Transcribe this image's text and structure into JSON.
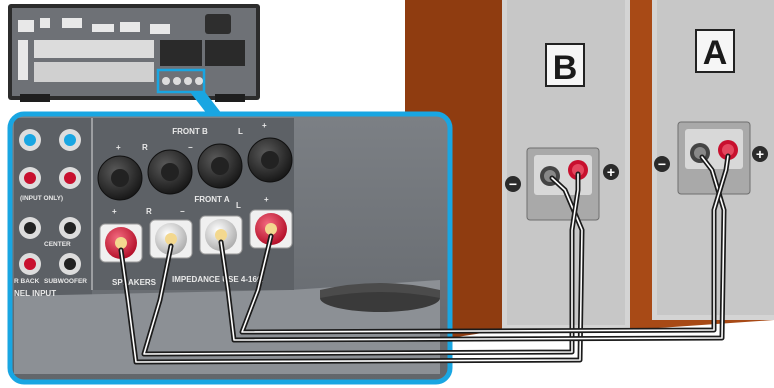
{
  "speakers": {
    "b": {
      "label": "B"
    },
    "a": {
      "label": "A"
    },
    "minus_sign": "−",
    "plus_sign": "+"
  },
  "panel": {
    "front_b": "FRONT B",
    "front_a": "FRONT A",
    "speakers": "SPEAKERS",
    "impedance": "IMPEDANCE USE 4-16Ω",
    "channel_input": "NEL INPUT",
    "input_only": "(INPUT ONLY)",
    "center": "CENTER",
    "surr_back": "R BACK",
    "subwoofer": "SUBWOOFER",
    "terminal_r": "R",
    "terminal_l": "L",
    "plus": "+",
    "minus": "−"
  },
  "colors": {
    "highlight_border": "#19a6e2",
    "panel_metal": "#6f7378",
    "cabinet_wood": "#bb5a23",
    "red_terminal": "#c8102e",
    "cable": "#2a2a2a"
  }
}
